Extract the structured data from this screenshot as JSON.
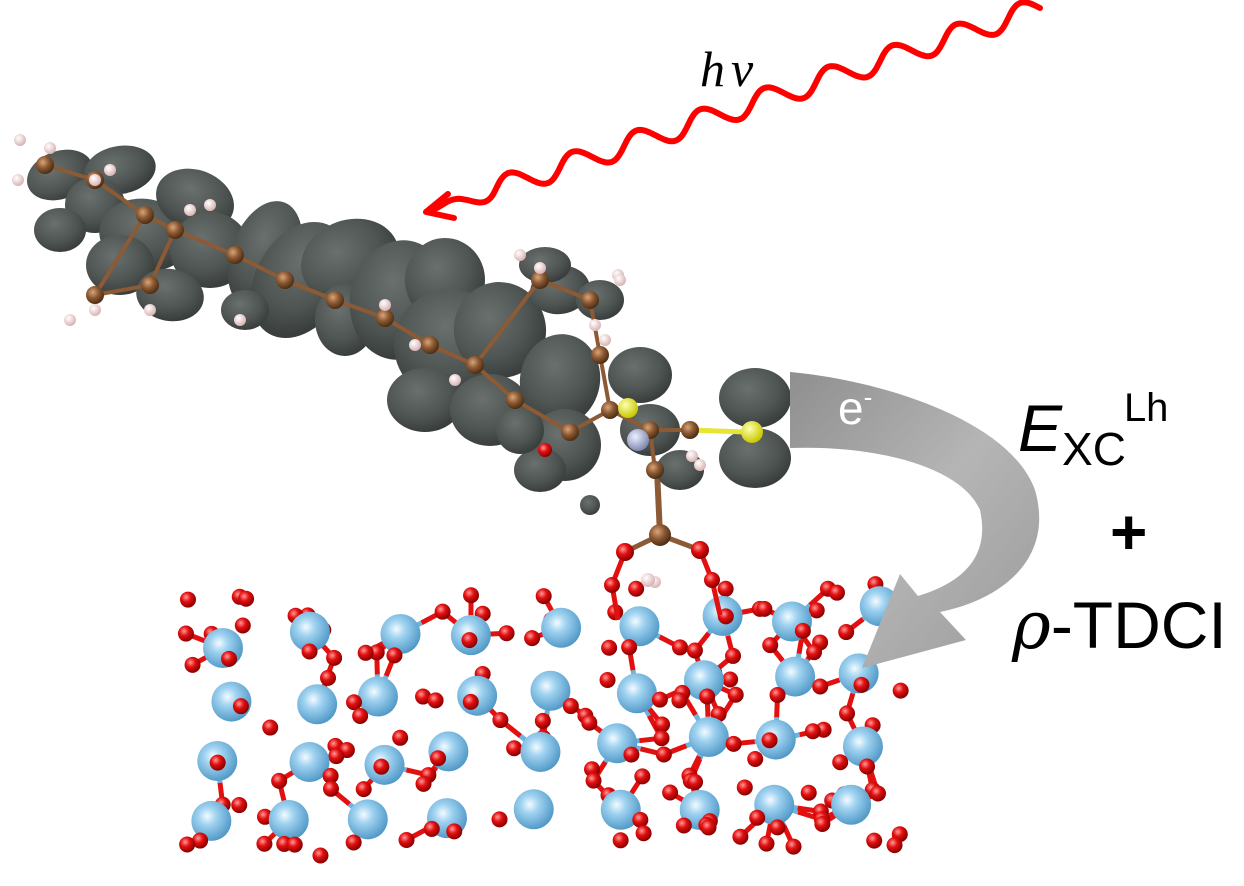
{
  "labels": {
    "photon": "hν",
    "electron": "e",
    "electron_charge": "-",
    "functional_symbol": "E",
    "functional_subscript": "XC",
    "functional_superscript": "Lh",
    "plus": "+",
    "method_symbol": "ρ",
    "method_name": "-TDCI"
  },
  "colors": {
    "photon_wave": "#ff0000",
    "orbital_lobe": "#4f5553",
    "transfer_arrow": "#a8a8a8",
    "ti_atom": "#6cb4e0",
    "o_atom": "#e31010",
    "c_atom": "#8c5a34",
    "h_atom": "#f2d6d6",
    "s_atom": "#e6e632",
    "n_atom": "#a0a8c8",
    "bond_tio": "#6cb4e0"
  },
  "icons": [
    "photon-wave-icon",
    "electron-transfer-arrow-icon"
  ]
}
